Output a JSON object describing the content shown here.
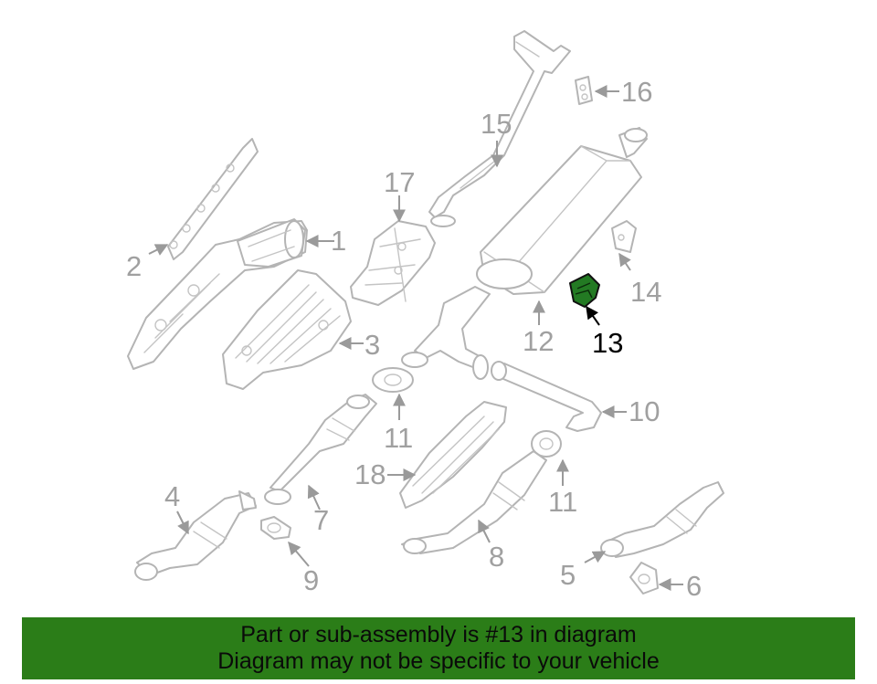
{
  "diagram": {
    "highlighted_part": "13",
    "callouts": {
      "c1": "1",
      "c2": "2",
      "c3": "3",
      "c4": "4",
      "c5": "5",
      "c6": "6",
      "c7": "7",
      "c8": "8",
      "c9": "9",
      "c10": "10",
      "c11a": "11",
      "c11b": "11",
      "c12": "12",
      "c13": "13",
      "c14": "14",
      "c15": "15",
      "c16": "16",
      "c17": "17",
      "c18": "18"
    },
    "colors": {
      "highlight_fill": "#237a23",
      "banner_background": "#2b7d18",
      "part_stroke": "#b4b4b4",
      "callout_text": "#a0a0a0"
    }
  },
  "footer": {
    "line1": "Part or sub-assembly is #13 in diagram",
    "line2": "Diagram may not be specific to your vehicle"
  }
}
